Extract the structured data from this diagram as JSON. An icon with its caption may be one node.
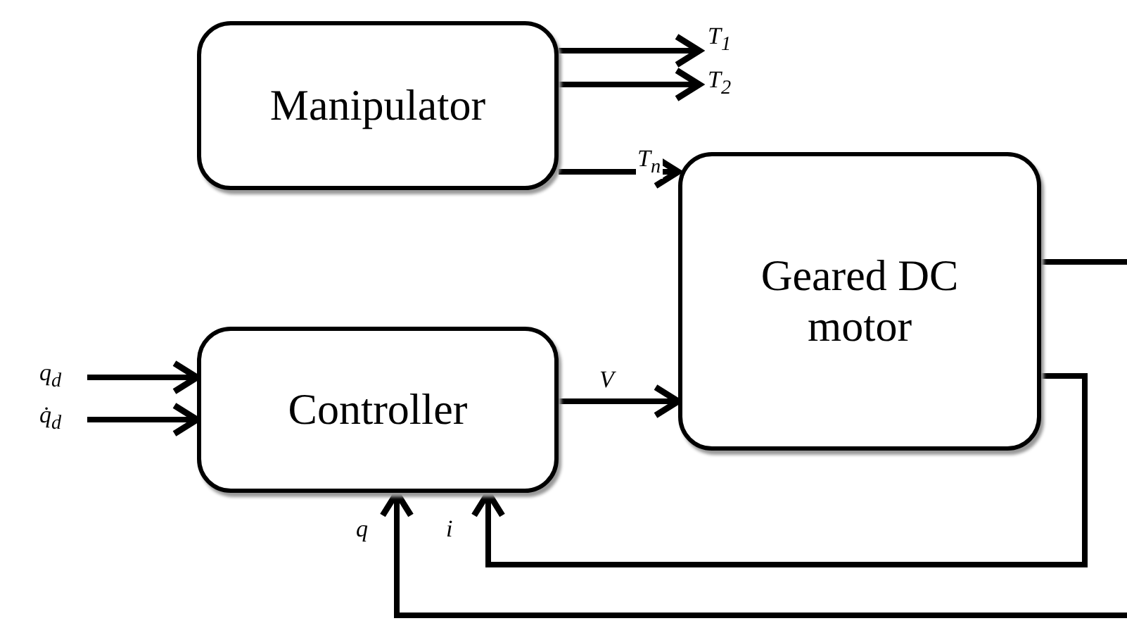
{
  "diagram": {
    "nodes": [
      {
        "text": [
          "Manipulator"
        ]
      },
      {
        "text": [
          "Geared DC motor"
        ]
      },
      {
        "text": [
          "Controller"
        ]
      }
    ],
    "edges": [
      {
        "from": 0,
        "to": null,
        "arrow": "to",
        "label": "T$_{1}$"
      },
      {
        "from": 0,
        "to": null,
        "arrow": "to",
        "label": "T$_{2}$"
      },
      {
        "from": 0,
        "to": 1,
        "arrow": "to",
        "label": "T$_{n}$"
      },
      {
        "from": null,
        "to": 2,
        "arrow": "to",
        "label": "q$_{d}$"
      },
      {
        "from": null,
        "to": 2,
        "arrow": "to",
        "label": "q̇$_{d}$"
      },
      {
        "from": 2,
        "to": 1,
        "arrow": "to",
        "label": "V"
      },
      {
        "from": 1,
        "to": null,
        "arrow": "none"
      },
      {
        "from": 1,
        "to": 2,
        "arrow": "to",
        "label": "i"
      },
      {
        "from": null,
        "to": 2,
        "arrow": "to",
        "label": "q"
      }
    ]
  }
}
